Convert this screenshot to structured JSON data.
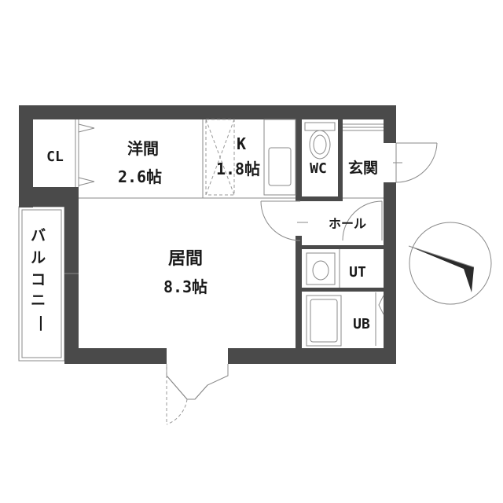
{
  "rooms": {
    "closet": {
      "name": "CL"
    },
    "western_room": {
      "name": "洋間",
      "size": "2.6帖"
    },
    "kitchen": {
      "name": "K",
      "size": "1.8帖"
    },
    "wc": {
      "name": "WC"
    },
    "entrance": {
      "name": "玄関"
    },
    "hall": {
      "name": "ホール"
    },
    "living": {
      "name": "居間",
      "size": "8.3帖"
    },
    "utility": {
      "name": "UT"
    },
    "bath": {
      "name": "UB"
    },
    "balcony": {
      "name": "バルコニー"
    }
  },
  "compass": {
    "icon": "north-arrow-icon"
  },
  "colors": {
    "wall": "#4a4a4a",
    "fixture_line": "#8a8a8a",
    "text": "#1a1a1a"
  }
}
